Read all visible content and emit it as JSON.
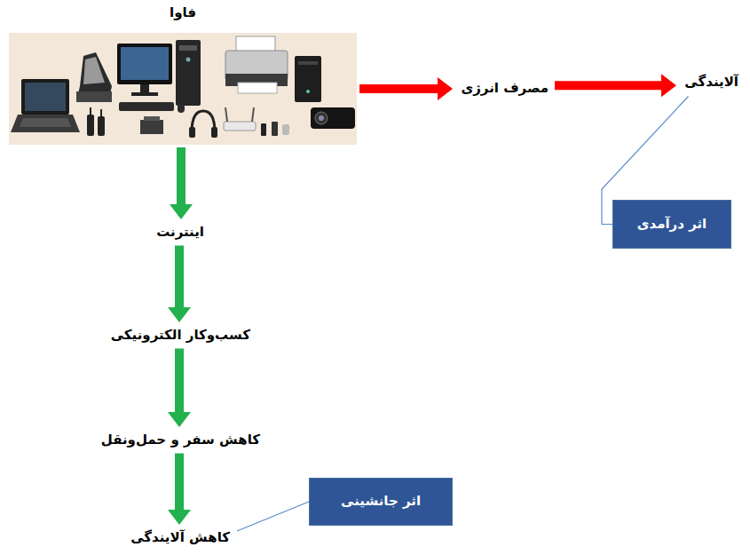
{
  "diagram": {
    "nodes": [
      {
        "text": [
          "فاوا"
        ]
      },
      {
        "text": [
          "مصرف انرژی"
        ]
      },
      {
        "text": [
          "آلایندگی"
        ]
      },
      {
        "text": [
          "اثر درآمدی"
        ]
      },
      {
        "text": [
          "اینترنت"
        ]
      },
      {
        "text": [
          "کسب‌وکار الکترونیکی"
        ]
      },
      {
        "text": [
          "کاهش سفر و حمل‌ونقل"
        ]
      },
      {
        "text": [
          "اثر جانشینی"
        ]
      },
      {
        "text": [
          "کاهش آلایندگی"
        ]
      }
    ],
    "edges": [
      {
        "from": 0,
        "to": 1,
        "arrow": "to"
      },
      {
        "from": 1,
        "to": 2,
        "arrow": "to"
      },
      {
        "from": 2,
        "to": 3,
        "arrow": "none"
      },
      {
        "from": 0,
        "to": 4,
        "arrow": "to"
      },
      {
        "from": 4,
        "to": 5,
        "arrow": "to"
      },
      {
        "from": 5,
        "to": 6,
        "arrow": "to"
      },
      {
        "from": 6,
        "to": 8,
        "arrow": "to"
      },
      {
        "from": 8,
        "to": 7,
        "arrow": "none"
      }
    ]
  }
}
